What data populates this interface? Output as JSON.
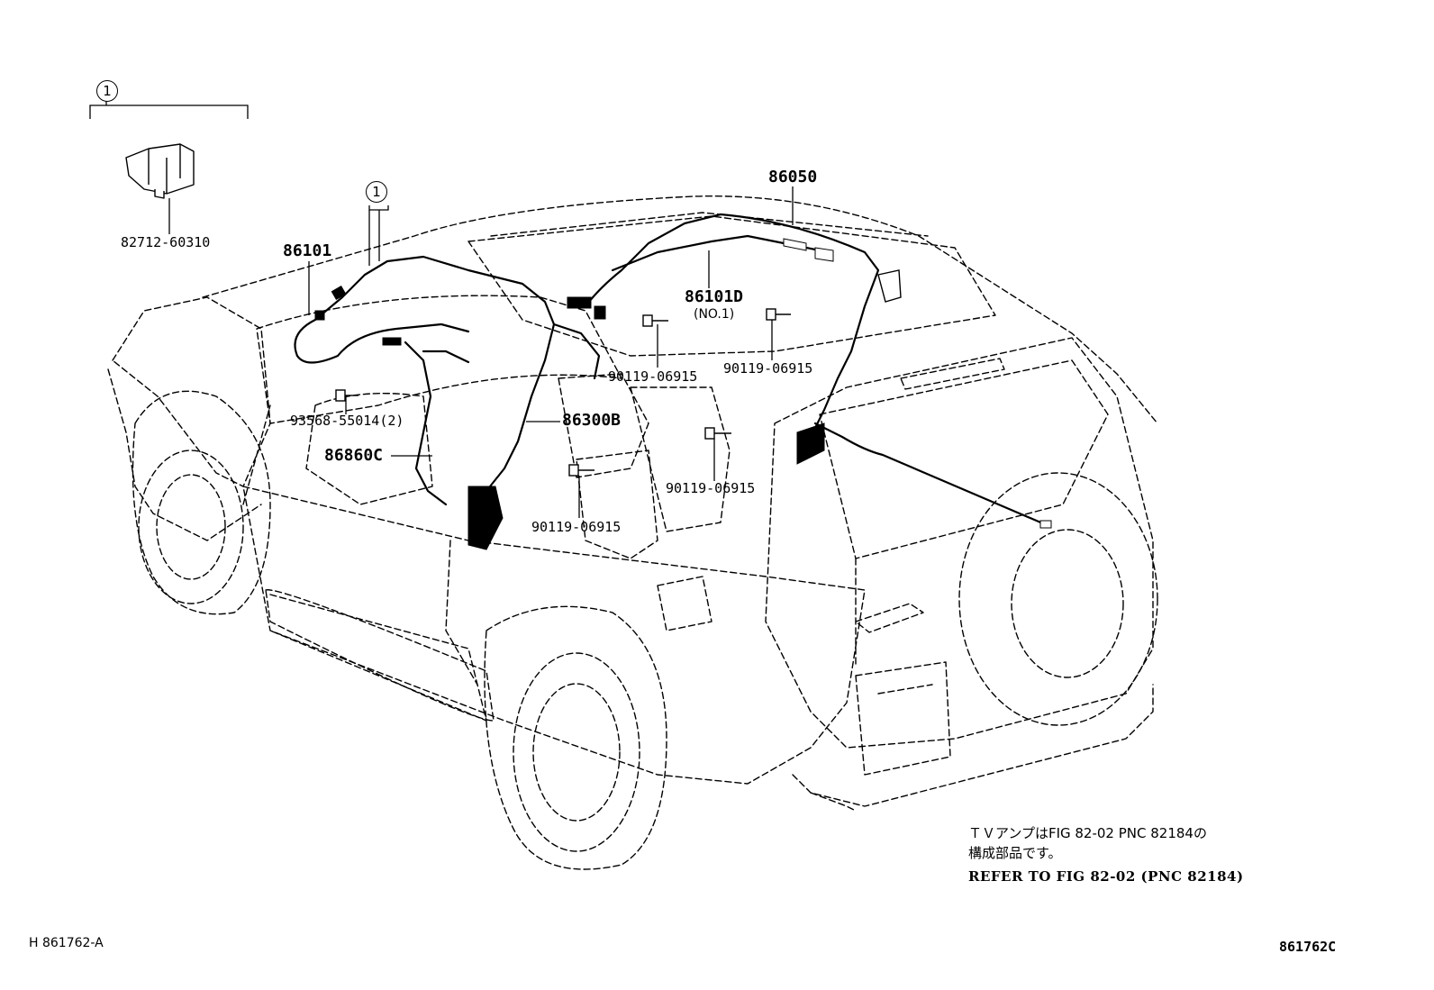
{
  "callouts": {
    "ref_marker": "1",
    "part_82712": "82712-60310",
    "part_86101": "86101",
    "part_86050": "86050",
    "part_86101D": "86101D",
    "part_86101D_sub": "(NO.1)",
    "bolt_a": "90119-06915",
    "bolt_b": "90119-06915",
    "bolt_c": "90119-06915",
    "bolt_d": "90119-06915",
    "screw_93568": "93568-55014(2)",
    "part_86300B": "86300B",
    "part_86860C": "86860C"
  },
  "note": {
    "jp_line1": "ＴＶアンプはFIG 82-02 PNC 82184の",
    "jp_line2": "構成部品です。",
    "en_line": "REFER TO FIG 82-02 (PNC 82184)"
  },
  "footer": {
    "left_code": "H 861762-A",
    "right_code": "861762C"
  }
}
